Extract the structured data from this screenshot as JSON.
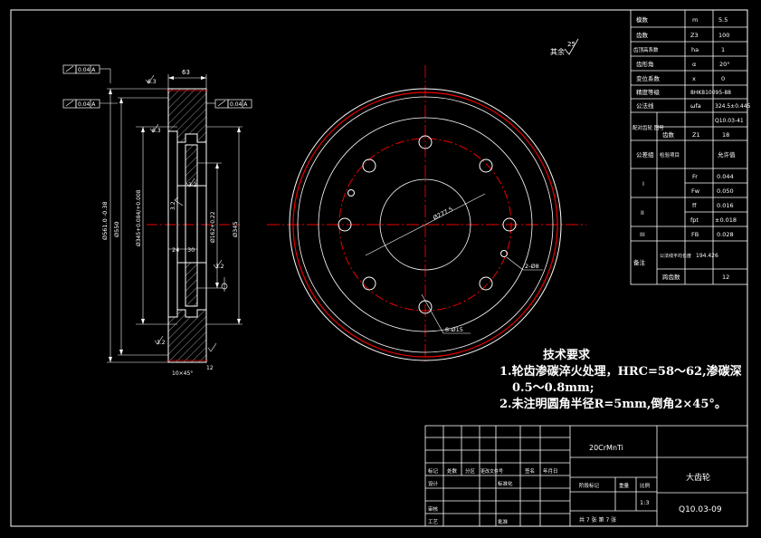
{
  "roughness": {
    "label": "其余",
    "value": "25"
  },
  "params_table": [
    {
      "name": "模数",
      "symbol": "m",
      "value": "5.5"
    },
    {
      "name": "齿数",
      "symbol": "Z3",
      "value": "100"
    },
    {
      "name": "齿顶高系数",
      "symbol": "ha",
      "value": "1"
    },
    {
      "name": "齿形角",
      "symbol": "α",
      "value": "20°"
    },
    {
      "name": "变位系数",
      "symbol": "x",
      "value": "0"
    },
    {
      "name": "精度等级",
      "symbol": "",
      "value": "8HK810095-88"
    },
    {
      "name": "公法线",
      "symbol": "ωfa",
      "value": "324.5±0.445"
    },
    {
      "name": "配对齿轮 图号",
      "symbol": "",
      "value": "Q10.03-41"
    },
    {
      "name": "齿数",
      "symbol": "Z1",
      "value": "18"
    },
    {
      "name": "公差组",
      "symbol": "检验项目",
      "value": "允许值"
    },
    {
      "name": "I",
      "symbol": "Fr",
      "value": "0.044"
    },
    {
      "name": "",
      "symbol": "Fw",
      "value": "0.050"
    },
    {
      "name": "II",
      "symbol": "ff",
      "value": "0.016"
    },
    {
      "name": "",
      "symbol": "fpt",
      "value": "±0.018"
    },
    {
      "name": "III",
      "symbol": "FB",
      "value": "0.028"
    },
    {
      "name": "备注",
      "symbol": "公法线平均长度",
      "value": "194.426"
    },
    {
      "name": "",
      "symbol": "跨齿数",
      "value": "12"
    }
  ],
  "section_view": {
    "width_dim": "63",
    "tolerance_frames": [
      "0.04 A",
      "0.04 A",
      "0.04 A"
    ],
    "datum": "A",
    "dim_outer": "Ø561.0 -0.38",
    "dim_550": "Ø550",
    "dim_bore": "Ø345+0.084/+0.008",
    "dim_hub": "Ø345",
    "dim_pitch": "Ø162+0.22",
    "dim_small1": "24",
    "dim_small2": "30",
    "chamfer": "10×45°",
    "rough_values": [
      "6.3",
      "6.3",
      "3.2",
      "3.2",
      "3.2",
      "3.2",
      "12"
    ]
  },
  "front_view": {
    "pcd_label": "Ø277.5",
    "holes_label": "8-Ø15",
    "small_holes_label": "2-Ø8"
  },
  "tech_requirements": {
    "title": "技术要求",
    "line1": "1.轮齿渗碳淬火处理，HRC=58～62,渗碳深",
    "line2": "0.5～0.8mm;",
    "line3": "2.未注明圆角半径R=5mm,倒角2×45°。"
  },
  "title_block": {
    "material": "20CrMnTi",
    "part_name": "大齿轮",
    "drawing_no": "Q10.03-09",
    "scale": "1:3",
    "sheet": "共 7 张  第 7 张",
    "labels": [
      "标记",
      "处数",
      "分区",
      "更改文件号",
      "签名",
      "年月日",
      "设计",
      "标准化",
      "审核",
      "工艺",
      "批准",
      "阶段标记",
      "重量",
      "比例"
    ]
  }
}
